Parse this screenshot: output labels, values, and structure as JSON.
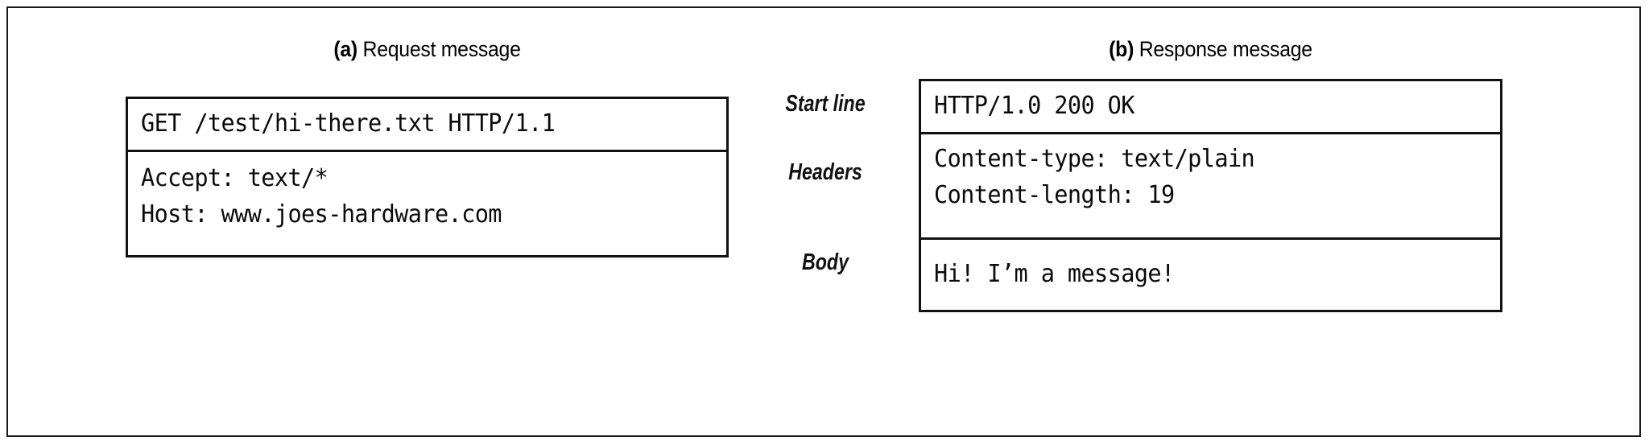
{
  "figure": {
    "type": "http-message-structure-diagram",
    "border_color": "#1a1a1a",
    "background_color": "#ffffff"
  },
  "panels": {
    "request": {
      "caption_tag": "(a)",
      "caption_text": " Request message",
      "sections": {
        "start_line": [
          "GET /test/hi-there.txt HTTP/1.1"
        ],
        "headers": [
          "Accept: text/*",
          "Host: www.joes-hardware.com"
        ]
      }
    },
    "response": {
      "caption_tag": "(b)",
      "caption_text": " Response message",
      "sections": {
        "start_line": [
          "HTTP/1.0 200 OK"
        ],
        "headers": [
          "Content-type: text/plain",
          "Content-length: 19"
        ],
        "body": [
          "Hi! I’m a message!"
        ]
      }
    }
  },
  "middle_labels": {
    "start_line": "Start line",
    "headers": "Headers",
    "body": "Body"
  }
}
